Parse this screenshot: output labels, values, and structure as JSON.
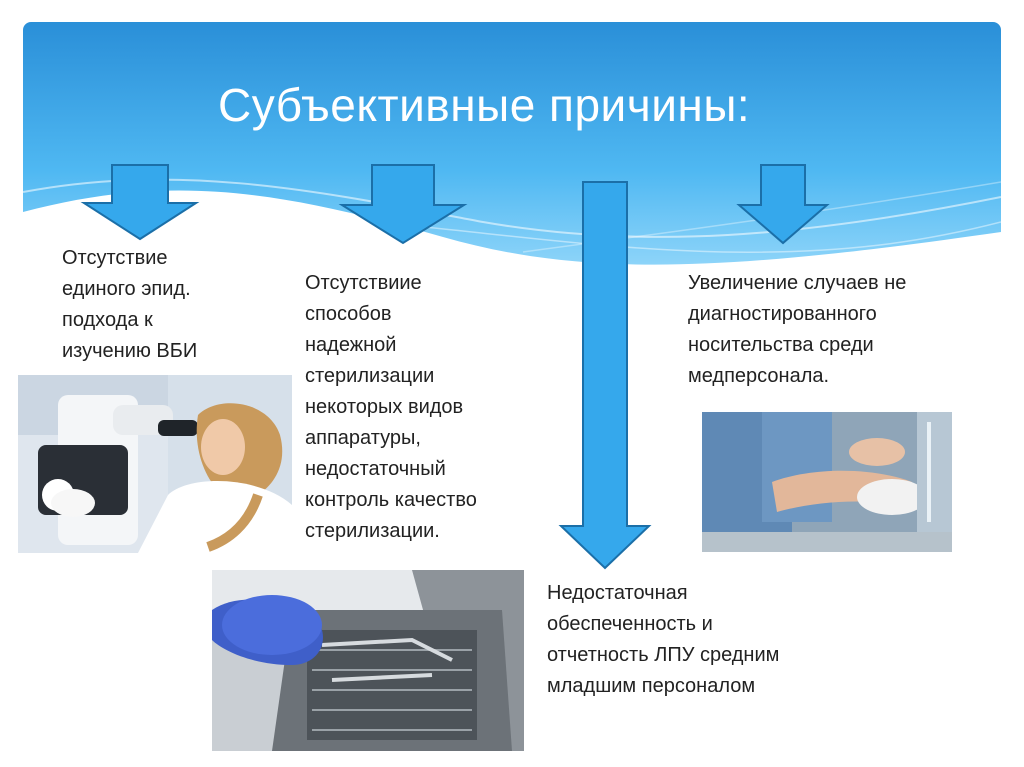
{
  "slide": {
    "title": "Субъективные причины:",
    "accent_color": "#3aa9ec",
    "arrow_stroke": "#1b6fa8",
    "causes": [
      {
        "text": "Отсутствие\nединого эпид.\nподхода к\nизучению ВБИ"
      },
      {
        "text": "Отсутствиие\nспособов\nнадежной\nстерилизации\nнекоторых видов\nаппаратуры,\nнедостаточный\nконтроль качество\nстерилизации."
      },
      {
        "text": "Недостаточная\nобеспеченность и\nотчетность ЛПУ средним\nмладшим персоналом"
      },
      {
        "text": "Увеличение случаев не\nдиагностированного\nносительства среди\nмедперсонала."
      }
    ],
    "photos": [
      {
        "icon": "microscope-lab-photo"
      },
      {
        "icon": "sterilizer-tray-photo"
      },
      {
        "icon": "hand-washing-photo"
      }
    ]
  }
}
